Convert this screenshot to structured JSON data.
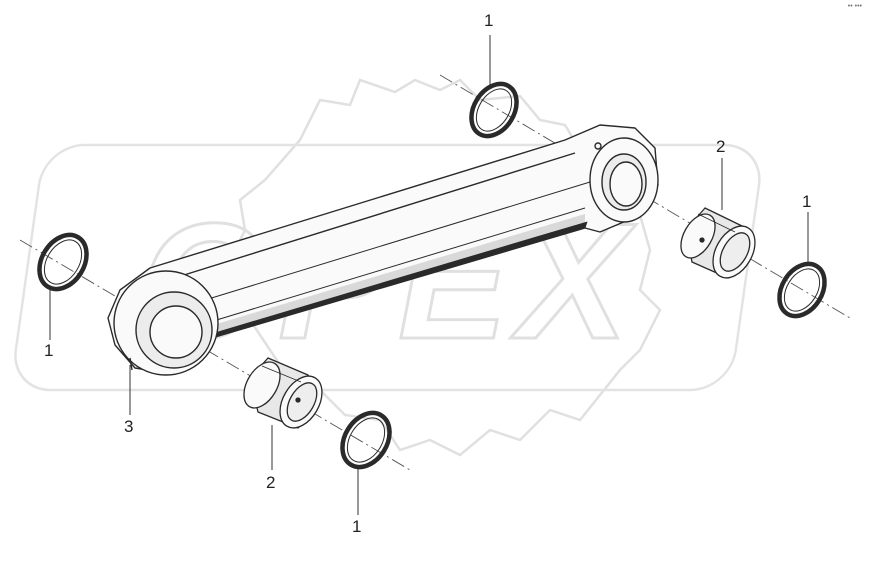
{
  "watermark": {
    "text": "OPEX",
    "color": "#e3e3e3"
  },
  "corner_mark": "•• •••",
  "callouts": [
    {
      "id": "c1-top",
      "label": "1"
    },
    {
      "id": "c2-right",
      "label": "2"
    },
    {
      "id": "c1-right",
      "label": "1"
    },
    {
      "id": "c1-left",
      "label": "1"
    },
    {
      "id": "c3",
      "label": "3"
    },
    {
      "id": "c2-bottom",
      "label": "2"
    },
    {
      "id": "c1-bottom",
      "label": "1"
    }
  ],
  "colors": {
    "ink": "#2a2a2a",
    "part_fill": "#fafafa",
    "shade": "#d9d9d9"
  }
}
